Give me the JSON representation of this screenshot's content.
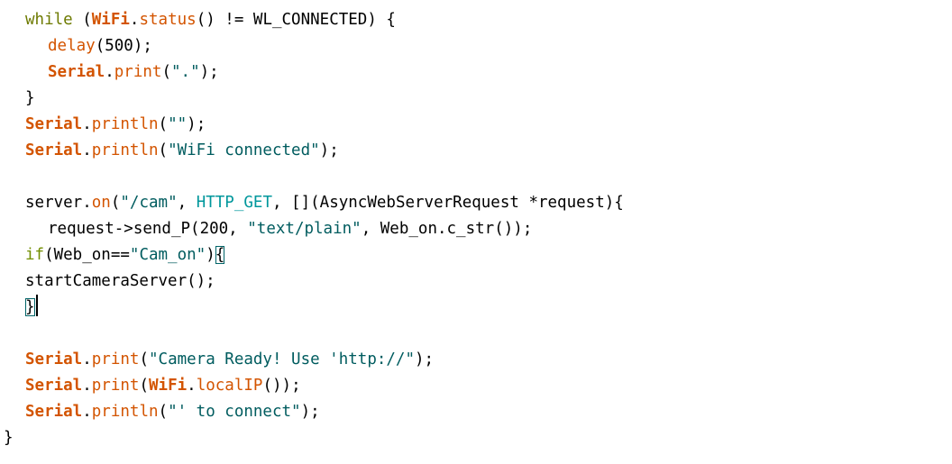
{
  "editor": {
    "lines": [
      {
        "indent": 28,
        "tokens": [
          {
            "t": "while",
            "c": "kw while"
          },
          {
            "t": " (",
            "c": "plain"
          },
          {
            "t": "WiFi",
            "c": "cls"
          },
          {
            "t": ".",
            "c": "plain"
          },
          {
            "t": "status",
            "c": "fn"
          },
          {
            "t": "() != WL_CONNECTED) {",
            "c": "plain"
          }
        ]
      },
      {
        "indent": 53,
        "tokens": [
          {
            "t": "delay",
            "c": "fn"
          },
          {
            "t": "(500);",
            "c": "plain"
          }
        ]
      },
      {
        "indent": 53,
        "tokens": [
          {
            "t": "Serial",
            "c": "cls"
          },
          {
            "t": ".",
            "c": "plain"
          },
          {
            "t": "print",
            "c": "fn"
          },
          {
            "t": "(",
            "c": "plain"
          },
          {
            "t": "\".\"",
            "c": "str"
          },
          {
            "t": ");",
            "c": "plain"
          }
        ]
      },
      {
        "indent": 28,
        "tokens": [
          {
            "t": "}",
            "c": "plain"
          }
        ]
      },
      {
        "indent": 28,
        "tokens": [
          {
            "t": "Serial",
            "c": "cls"
          },
          {
            "t": ".",
            "c": "plain"
          },
          {
            "t": "println",
            "c": "fn"
          },
          {
            "t": "(",
            "c": "plain"
          },
          {
            "t": "\"\"",
            "c": "str"
          },
          {
            "t": ");",
            "c": "plain"
          }
        ]
      },
      {
        "indent": 28,
        "tokens": [
          {
            "t": "Serial",
            "c": "cls"
          },
          {
            "t": ".",
            "c": "plain"
          },
          {
            "t": "println",
            "c": "fn"
          },
          {
            "t": "(",
            "c": "plain"
          },
          {
            "t": "\"WiFi connected\"",
            "c": "str"
          },
          {
            "t": ");",
            "c": "plain"
          }
        ]
      },
      {
        "indent": 28,
        "tokens": []
      },
      {
        "indent": 28,
        "tokens": [
          {
            "t": "server",
            "c": "plain"
          },
          {
            "t": ".",
            "c": "plain"
          },
          {
            "t": "on",
            "c": "fn"
          },
          {
            "t": "(",
            "c": "plain"
          },
          {
            "t": "\"/cam\"",
            "c": "str"
          },
          {
            "t": ", ",
            "c": "plain"
          },
          {
            "t": "HTTP_GET",
            "c": "const"
          },
          {
            "t": ", [](AsyncWebServerRequest *request){",
            "c": "plain"
          }
        ]
      },
      {
        "indent": 53,
        "tokens": [
          {
            "t": "request->send_P(200, ",
            "c": "plain"
          },
          {
            "t": "\"text/plain\"",
            "c": "str"
          },
          {
            "t": ", Web_on.c_str());",
            "c": "plain"
          }
        ]
      },
      {
        "indent": 28,
        "tokens": [
          {
            "t": "if",
            "c": "kw"
          },
          {
            "t": "(Web_on==",
            "c": "plain"
          },
          {
            "t": "\"Cam_on\"",
            "c": "str"
          },
          {
            "t": ")",
            "c": "plain"
          },
          {
            "t": "{",
            "c": "plain bracket-box"
          }
        ]
      },
      {
        "indent": 28,
        "tokens": [
          {
            "t": "startCameraServer();",
            "c": "plain"
          }
        ]
      },
      {
        "indent": 28,
        "tokens": [
          {
            "t": "}",
            "c": "plain bracket-box"
          }
        ],
        "caret": true
      },
      {
        "indent": 28,
        "tokens": []
      },
      {
        "indent": 28,
        "tokens": [
          {
            "t": "Serial",
            "c": "cls"
          },
          {
            "t": ".",
            "c": "plain"
          },
          {
            "t": "print",
            "c": "fn"
          },
          {
            "t": "(",
            "c": "plain"
          },
          {
            "t": "\"Camera Ready! Use 'http://\"",
            "c": "str"
          },
          {
            "t": ");",
            "c": "plain"
          }
        ]
      },
      {
        "indent": 28,
        "tokens": [
          {
            "t": "Serial",
            "c": "cls"
          },
          {
            "t": ".",
            "c": "plain"
          },
          {
            "t": "print",
            "c": "fn"
          },
          {
            "t": "(",
            "c": "plain"
          },
          {
            "t": "WiFi",
            "c": "cls"
          },
          {
            "t": ".",
            "c": "plain"
          },
          {
            "t": "localIP",
            "c": "fn"
          },
          {
            "t": "());",
            "c": "plain"
          }
        ]
      },
      {
        "indent": 28,
        "tokens": [
          {
            "t": "Serial",
            "c": "cls"
          },
          {
            "t": ".",
            "c": "plain"
          },
          {
            "t": "println",
            "c": "fn"
          },
          {
            "t": "(",
            "c": "plain"
          },
          {
            "t": "\"' to connect\"",
            "c": "str"
          },
          {
            "t": ");",
            "c": "plain"
          }
        ]
      },
      {
        "indent": 4,
        "tokens": [
          {
            "t": "}",
            "c": "plain"
          }
        ]
      }
    ]
  },
  "colors": {
    "background": "#ffffff",
    "keyword": "#728e00",
    "class": "#d35400",
    "function": "#d35400",
    "string": "#005c5f",
    "constant": "#00979c",
    "bracket_highlight": "#006468"
  }
}
